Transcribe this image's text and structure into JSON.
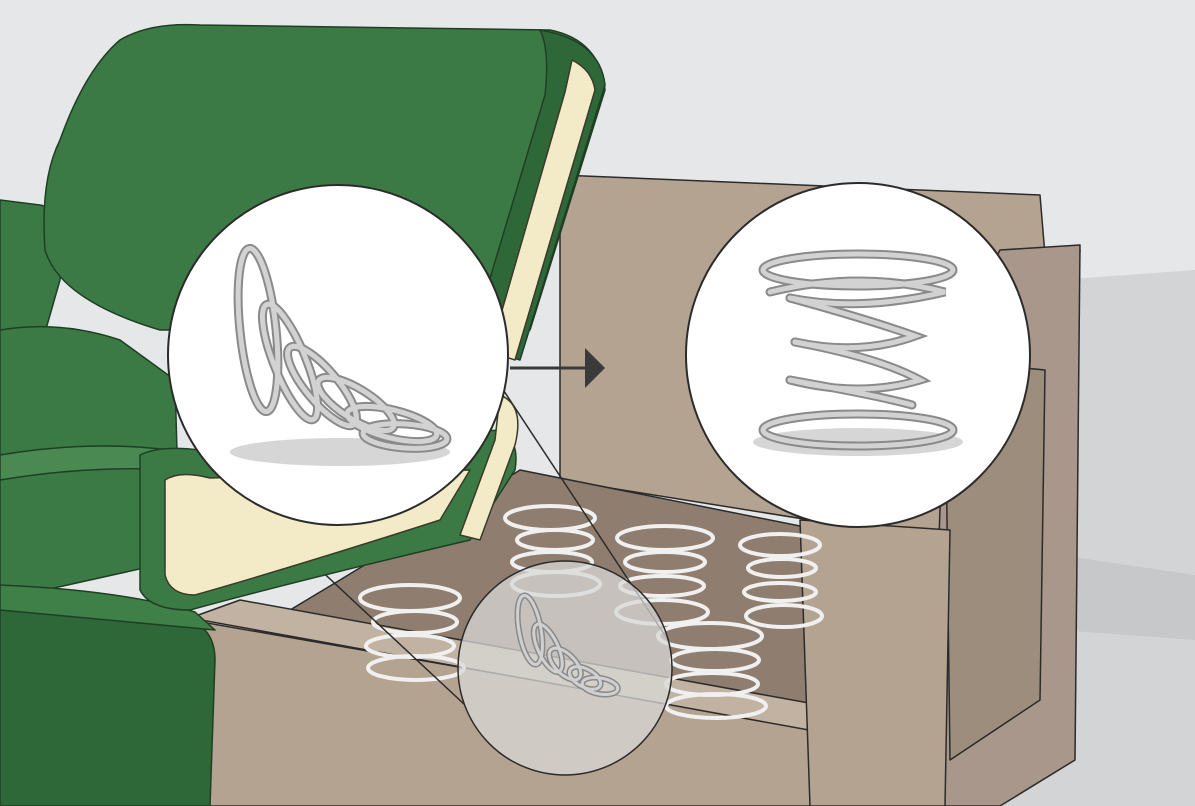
{
  "illustration": {
    "subject": "sofa-with-cushions-removed",
    "callouts": [
      "collapsed-spring",
      "healthy-spring"
    ],
    "arrow_direction": "right"
  },
  "palette": {
    "background": "#e6e7e9",
    "floor": "#d3d4d6",
    "sofa_green": "#3c7a45",
    "sofa_green_dark": "#2f6838",
    "sofa_green_light": "#4a8a52",
    "foam": "#f3ebc8",
    "frame": "#b4a391",
    "frame_dark": "#9d8d7d",
    "frame_interior": "#8f7e6f",
    "spring": "#c8c8c8",
    "spring_outline": "#8a8a8a",
    "callout_bg": "#ffffff",
    "outline": "#2b2b2b"
  }
}
